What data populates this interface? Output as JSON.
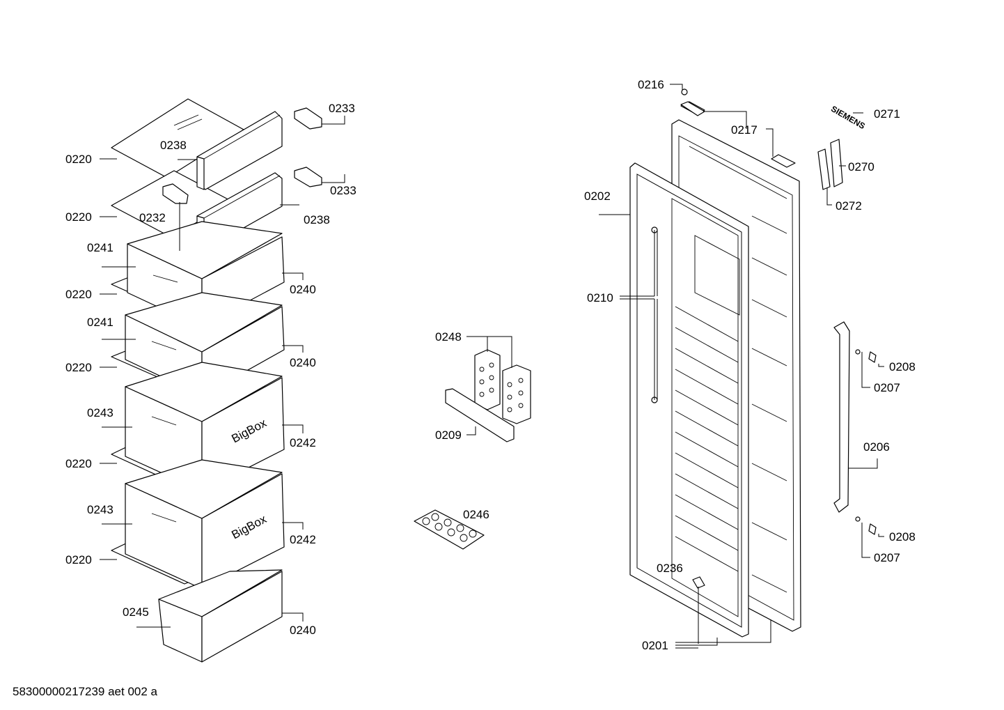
{
  "labels": {
    "l0220a": "0220",
    "l0220b": "0220",
    "l0220c": "0220",
    "l0220d": "0220",
    "l0220e": "0220",
    "l0220f": "0220",
    "l0238a": "0238",
    "l0238b": "0238",
    "l0233a": "0233",
    "l0233b": "0233",
    "l0232": "0232",
    "l0241a": "0241",
    "l0241b": "0241",
    "l0240a": "0240",
    "l0240b": "0240",
    "l0240c": "0240",
    "l0243a": "0243",
    "l0243b": "0243",
    "l0242a": "0242",
    "l0242b": "0242",
    "l0245": "0245",
    "l0248": "0248",
    "l0209": "0209",
    "l0246": "0246",
    "l0216": "0216",
    "l0217": "0217",
    "l0271": "0271",
    "l0270": "0270",
    "l0272": "0272",
    "l0202": "0202",
    "l0210": "0210",
    "l0208a": "0208",
    "l0207a": "0207",
    "l0206": "0206",
    "l0208b": "0208",
    "l0207b": "0207",
    "l0236": "0236",
    "l0201": "0201"
  },
  "drawer_branding": {
    "bigbox_1": "BigBox",
    "bigbox_2": "BigBox"
  },
  "logo_text": "SIEMENS",
  "footer": "58300000217239 aet 002 a"
}
